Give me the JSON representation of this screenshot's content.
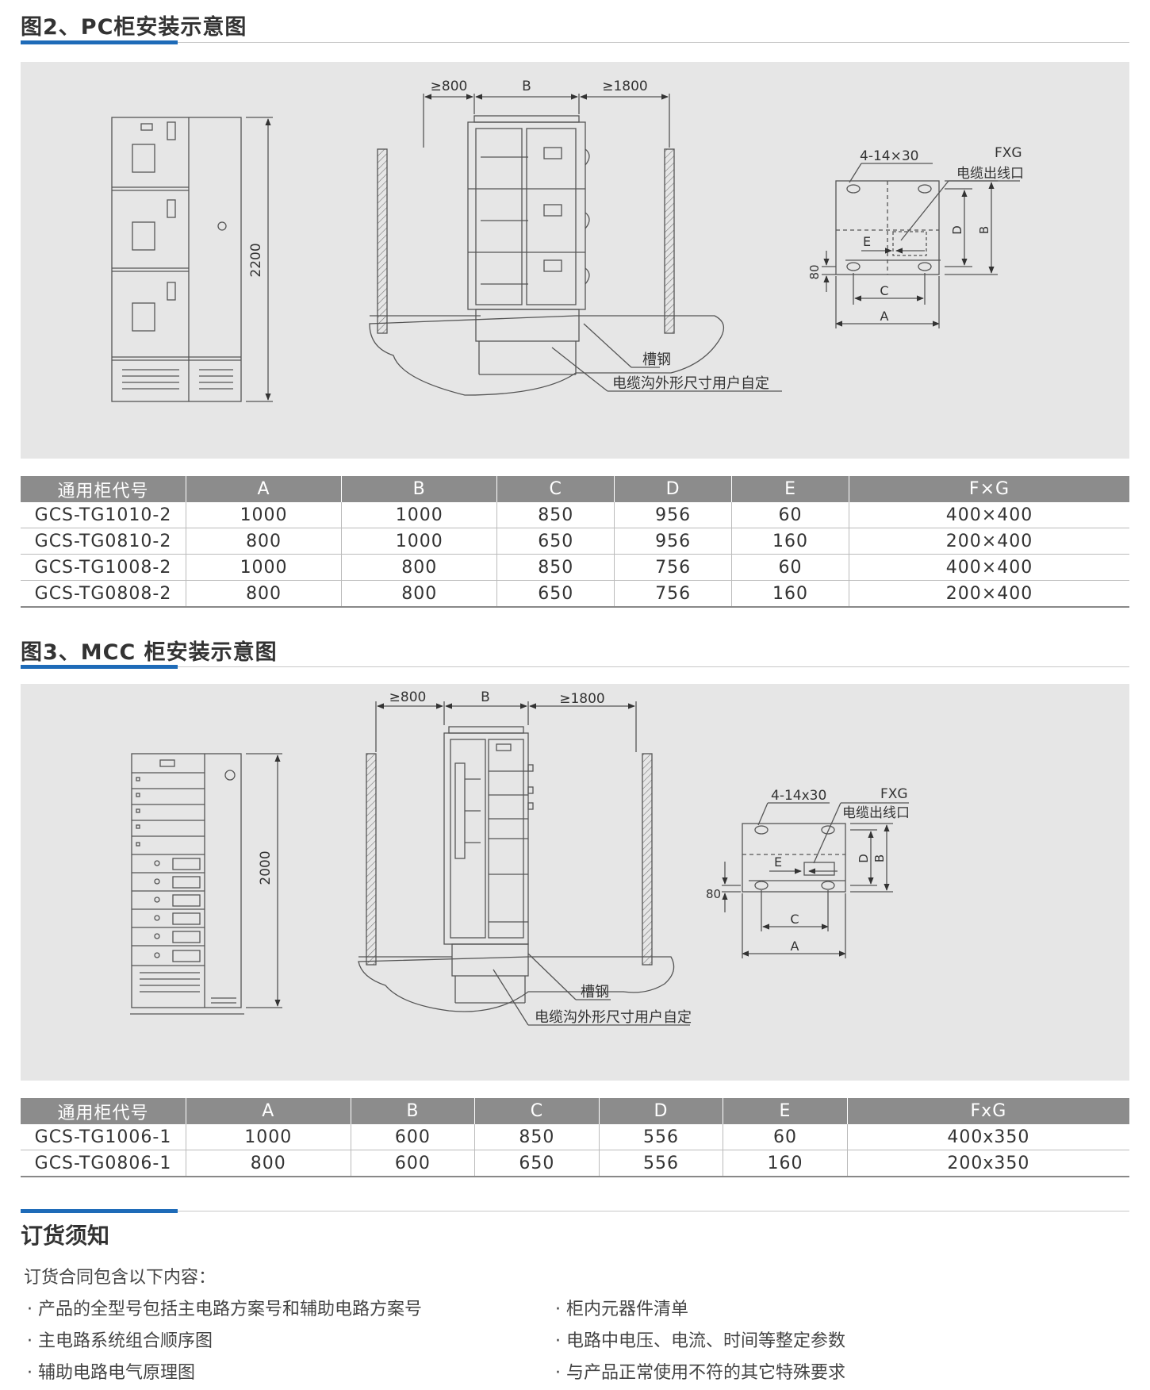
{
  "fig2": {
    "title": "图2、PC柜安装示意图",
    "dims": {
      "height": "2200",
      "front_clear": "≥800",
      "width": "B",
      "rear_clear": "≥1800",
      "bolt": "4-14×30",
      "fxg": "FXG",
      "cable_outlet": "电缆出线口",
      "d": "D",
      "b": "B",
      "e": "E",
      "c": "C",
      "a": "A",
      "offset": "80",
      "channel_steel": "槽钢",
      "trench_note": "电缆沟外形尺寸用户自定"
    },
    "table": {
      "headers": [
        "通用柜代号",
        "A",
        "B",
        "C",
        "D",
        "E",
        "F×G"
      ],
      "rows": [
        [
          "GCS-TG1010-2",
          "1000",
          "1000",
          "850",
          "956",
          "60",
          "400×400"
        ],
        [
          "GCS-TG0810-2",
          "800",
          "1000",
          "650",
          "956",
          "160",
          "200×400"
        ],
        [
          "GCS-TG1008-2",
          "1000",
          "800",
          "850",
          "756",
          "60",
          "400×400"
        ],
        [
          "GCS-TG0808-2",
          "800",
          "800",
          "650",
          "756",
          "160",
          "200×400"
        ]
      ]
    }
  },
  "fig3": {
    "title": "图3、MCC 柜安装示意图",
    "dims": {
      "height": "2000",
      "front_clear": "≥800",
      "width": "B",
      "rear_clear": "≥1800",
      "bolt": "4-14x30",
      "fxg": "FXG",
      "cable_outlet": "电缆出线口",
      "d": "D",
      "b": "B",
      "e": "E",
      "c": "C",
      "a": "A",
      "offset": "80",
      "channel_steel": "槽钢",
      "trench_note": "电缆沟外形尺寸用户自定"
    },
    "table": {
      "headers": [
        "通用柜代号",
        "A",
        "B",
        "C",
        "D",
        "E",
        "FxG"
      ],
      "rows": [
        [
          "GCS-TG1006-1",
          "1000",
          "600",
          "850",
          "556",
          "60",
          "400x350"
        ],
        [
          "GCS-TG0806-1",
          "800",
          "600",
          "650",
          "556",
          "160",
          "200x350"
        ]
      ]
    }
  },
  "order": {
    "title": "订货须知",
    "intro": "订货合同包含以下内容：",
    "left": [
      "· 产品的全型号包括主电路方案号和辅助电路方案号",
      "· 主电路系统组合顺序图",
      "· 辅助电路电气原理图"
    ],
    "right": [
      "· 柜内元器件清单",
      "· 电路中电压、电流、时间等整定参数",
      "· 与产品正常使用不符的其它特殊要求"
    ]
  }
}
